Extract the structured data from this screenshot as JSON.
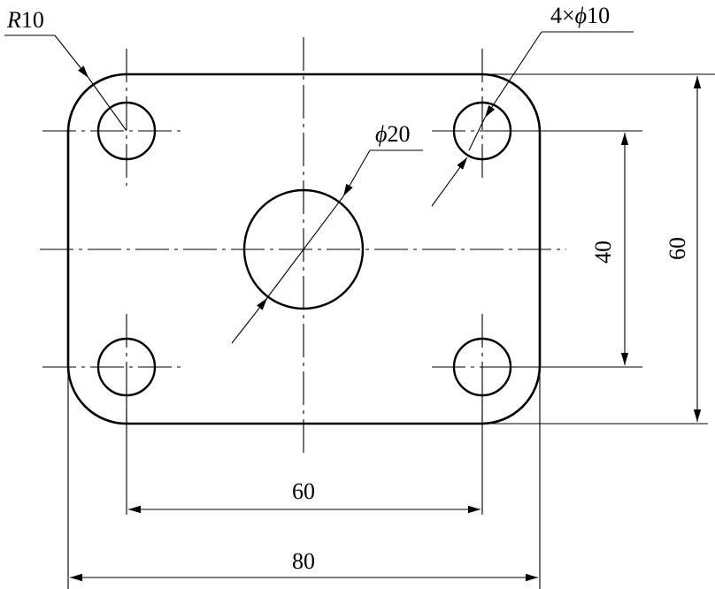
{
  "labels": {
    "radius": {
      "letter": "R",
      "value": "10"
    },
    "small_holes": {
      "prefix": "4×",
      "symbol": "ϕ",
      "value": "10"
    },
    "center_hole": {
      "symbol": "ϕ",
      "value": "20"
    },
    "hole_pitch_vertical": "40",
    "plate_height": "60",
    "hole_pitch_horizontal": "60",
    "plate_width": "80"
  }
}
